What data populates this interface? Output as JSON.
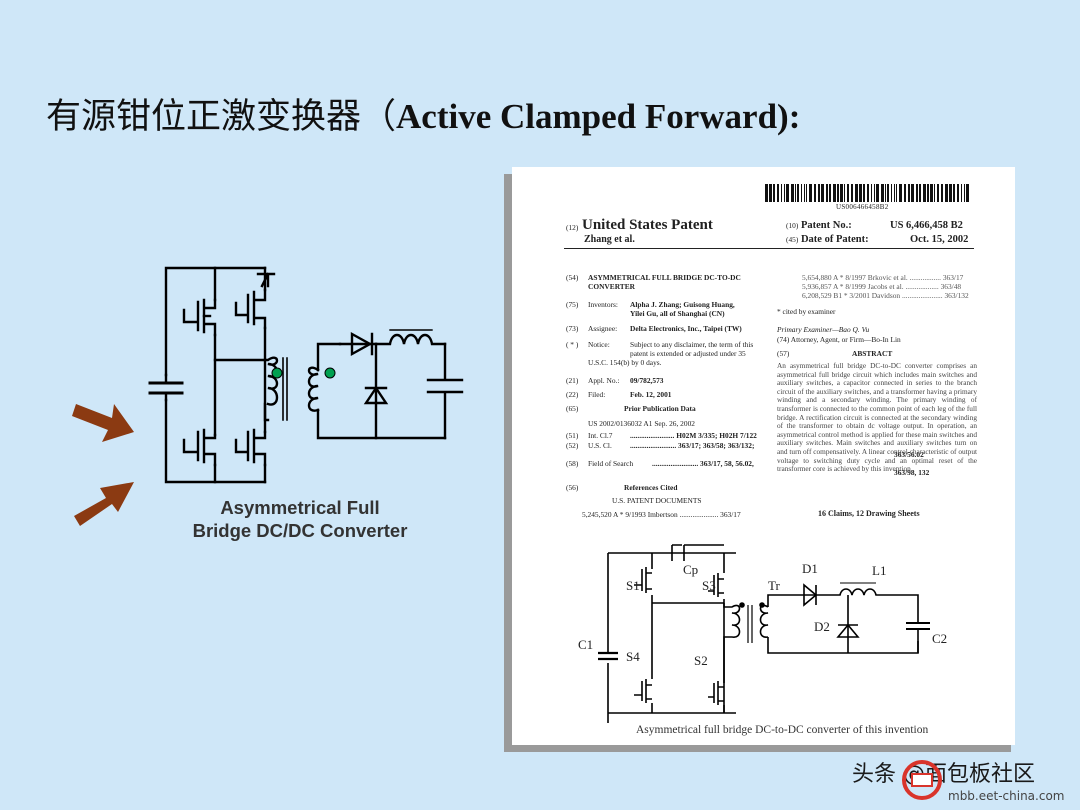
{
  "title": {
    "cn": "有源钳位正激变换器（",
    "en": "Active Clamped Forward):"
  },
  "left_caption": {
    "line1": "Asymmetrical Full",
    "line2": "Bridge DC/DC Converter"
  },
  "patent": {
    "barcode_number": "US006466458B2",
    "code_12": "(12)",
    "type": "United States Patent",
    "inventor_short": "Zhang et al.",
    "code_10": "(10)",
    "patent_no_label": "Patent No.:",
    "patent_no": "US 6,466,458 B2",
    "code_45": "(45)",
    "date_label": "Date of Patent:",
    "date": "Oct. 15, 2002",
    "left_fields": [
      {
        "code": "(54)",
        "label": "",
        "value": "ASYMMETRICAL FULL BRIDGE DC-TO-DC",
        "value2": "CONVERTER"
      },
      {
        "code": "(75)",
        "label": "Inventors:",
        "value": "Alpha J. Zhang; Guisong Huang,",
        "value2": "Yilei Gu, all of Shanghai (CN)"
      },
      {
        "code": "(73)",
        "label": "Assignee:",
        "value": "Delta Electronics, Inc., Taipei (TW)",
        "value2": ""
      },
      {
        "code": "( * )",
        "label": "Notice:",
        "value": "Subject to any disclaimer, the term of this",
        "value2": "patent is extended or adjusted under 35"
      },
      {
        "code": "",
        "label": "",
        "value": "U.S.C. 154(b) by 0 days.",
        "value2": ""
      },
      {
        "code": "(21)",
        "label": "Appl. No.:",
        "value": "09/782,573",
        "value2": ""
      },
      {
        "code": "(22)",
        "label": "Filed:",
        "value": "Feb. 12, 2001",
        "value2": ""
      },
      {
        "code": "(65)",
        "label": "",
        "value": "Prior Publication Data",
        "value2": ""
      },
      {
        "code": "",
        "label": "",
        "value": "US 2002/0136032 A1 Sep. 26, 2002",
        "value2": ""
      },
      {
        "code": "(51)",
        "label": "Int. Cl.7",
        "value": "........................ H02M 3/335; H02H 7/122",
        "value2": ""
      },
      {
        "code": "(52)",
        "label": "U.S. Cl.",
        "value": "......................... 363/17; 363/58; 363/132;",
        "value2": "363/56.02"
      },
      {
        "code": "(58)",
        "label": "Field of Search",
        "value": "......................... 363/17, 58, 56.02,",
        "value2": "363/98, 132"
      },
      {
        "code": "(56)",
        "label": "",
        "value": "References Cited",
        "value2": ""
      },
      {
        "code": "",
        "label": "",
        "value": "U.S. PATENT DOCUMENTS",
        "value2": ""
      },
      {
        "code": "",
        "label": "",
        "value": "5,245,520 A  *  9/1993  Imbertson ..................... 363/17",
        "value2": ""
      }
    ],
    "refs_right": [
      "5,654,880 A  *  8/1997  Brkovic et al. ................. 363/17",
      "5,936,857 A  *  8/1999  Jacobs et al. .................. 363/48",
      "6,208,529 B1  *  3/2001  Davidson ...................... 363/132"
    ],
    "cited_by": "* cited by examiner",
    "examiner": "Primary Examiner—Bao Q. Vu",
    "attorney": "(74) Attorney, Agent, or Firm—Bo-In Lin",
    "code_57": "(57)",
    "abstract_heading": "ABSTRACT",
    "abstract": "An asymmetrical full bridge DC-to-DC converter comprises an asymmetrical full bridge circuit which includes main switches and auxiliary switches, a capacitor connected in series to the branch circuit of the auxiliary switches, and a transformer having a primary winding and a secondary winding. The primary winding of transformer is connected to the common point of each leg of the full bridge. A rectification circuit is connected at the secondary winding of the transformer to obtain dc voltage output. In operation, an asymmetrical control method is applied for these main switches and auxiliary switches. Main switches and auxiliary switches turn on and turn off compensatively. A linear control characteristic of output voltage to switching duty cycle and an optimal reset of the transformer core is achieved by this invention.",
    "claims": "16 Claims, 12 Drawing Sheets",
    "figure_labels": {
      "cp": "Cp",
      "s1": "S1",
      "s3": "S3",
      "tr": "Tr",
      "d1": "D1",
      "l1": "L1",
      "c1": "C1",
      "d2": "D2",
      "c2": "C2",
      "s4": "S4",
      "s2": "S2"
    },
    "figure_caption": "Asymmetrical full bridge DC-to-DC converter of this invention"
  },
  "watermark": {
    "text": "头条 @面包板社区",
    "url": "mbb.eet-china.com"
  },
  "colors": {
    "background": "#cfe7f8",
    "arrow": "#8b3a12",
    "wire": "#000000",
    "logo_red": "#d9342b"
  }
}
